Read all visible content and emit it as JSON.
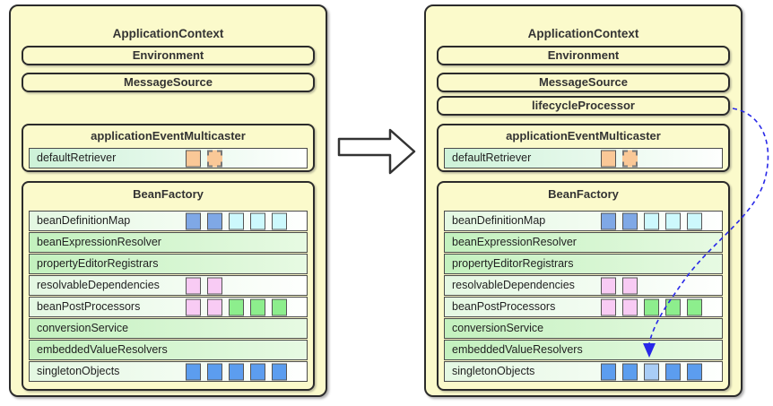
{
  "palette": {
    "panel_yellow": "#FBFACB",
    "outline": "#2B2B2B",
    "row_border": "#4A4A4A",
    "row_green_left": "#C3F1BE",
    "row_green_right": "#E7FAE3",
    "row_light_left": "#E4F8E2",
    "row_light_right": "#FEFFFE",
    "retriever_left": "#CDF2D8",
    "square_border": "#555555",
    "orange": "#FAC897",
    "blue": "#7FA8E6",
    "cyan": "#CDF9FD",
    "pink": "#F8CBF4",
    "green": "#8DEE8D",
    "singleton_blue": "#5C9DEF",
    "highlight_blue": "#A9CDF6",
    "arrow_blue": "#2828E8"
  },
  "panels": {
    "left": {
      "title": "ApplicationContext",
      "bars": [
        "Environment",
        "MessageSource"
      ],
      "multicaster": {
        "title": "applicationEventMulticaster",
        "row": {
          "label": "defaultRetriever",
          "squares": [
            "orange",
            "orange dashed"
          ]
        }
      },
      "beanfactory": {
        "title": "BeanFactory",
        "rows": [
          {
            "label": "beanDefinitionMap",
            "squares": [
              "blue",
              "blue",
              "cyan",
              "cyan",
              "cyan"
            ]
          },
          {
            "label": "beanExpressionResolver",
            "squares": []
          },
          {
            "label": "propertyEditorRegistrars",
            "squares": []
          },
          {
            "label": "resolvableDependencies",
            "squares": [
              "pink",
              "pink"
            ]
          },
          {
            "label": "beanPostProcessors",
            "squares": [
              "pink",
              "pink",
              "green",
              "green",
              "green"
            ]
          },
          {
            "label": "conversionService",
            "squares": []
          },
          {
            "label": "embeddedValueResolvers",
            "squares": []
          },
          {
            "label": "singletonObjects",
            "squares": [
              "sblue",
              "sblue",
              "sblue",
              "sblue",
              "sblue"
            ]
          }
        ]
      }
    },
    "right": {
      "title": "ApplicationContext",
      "bars": [
        "Environment",
        "MessageSource",
        "lifecycleProcessor"
      ],
      "multicaster": {
        "title": "applicationEventMulticaster",
        "row": {
          "label": "defaultRetriever",
          "squares": [
            "orange",
            "orange dashed"
          ]
        }
      },
      "beanfactory": {
        "title": "BeanFactory",
        "rows": [
          {
            "label": "beanDefinitionMap",
            "squares": [
              "blue",
              "blue",
              "cyan",
              "cyan",
              "cyan"
            ]
          },
          {
            "label": "beanExpressionResolver",
            "squares": []
          },
          {
            "label": "propertyEditorRegistrars",
            "squares": []
          },
          {
            "label": "resolvableDependencies",
            "squares": [
              "pink",
              "pink"
            ]
          },
          {
            "label": "beanPostProcessors",
            "squares": [
              "pink",
              "pink",
              "green",
              "green",
              "green"
            ]
          },
          {
            "label": "conversionService",
            "squares": []
          },
          {
            "label": "embeddedValueResolvers",
            "squares": []
          },
          {
            "label": "singletonObjects",
            "squares": [
              "sblue",
              "sblue",
              "hblue",
              "sblue",
              "sblue"
            ]
          }
        ]
      }
    }
  }
}
